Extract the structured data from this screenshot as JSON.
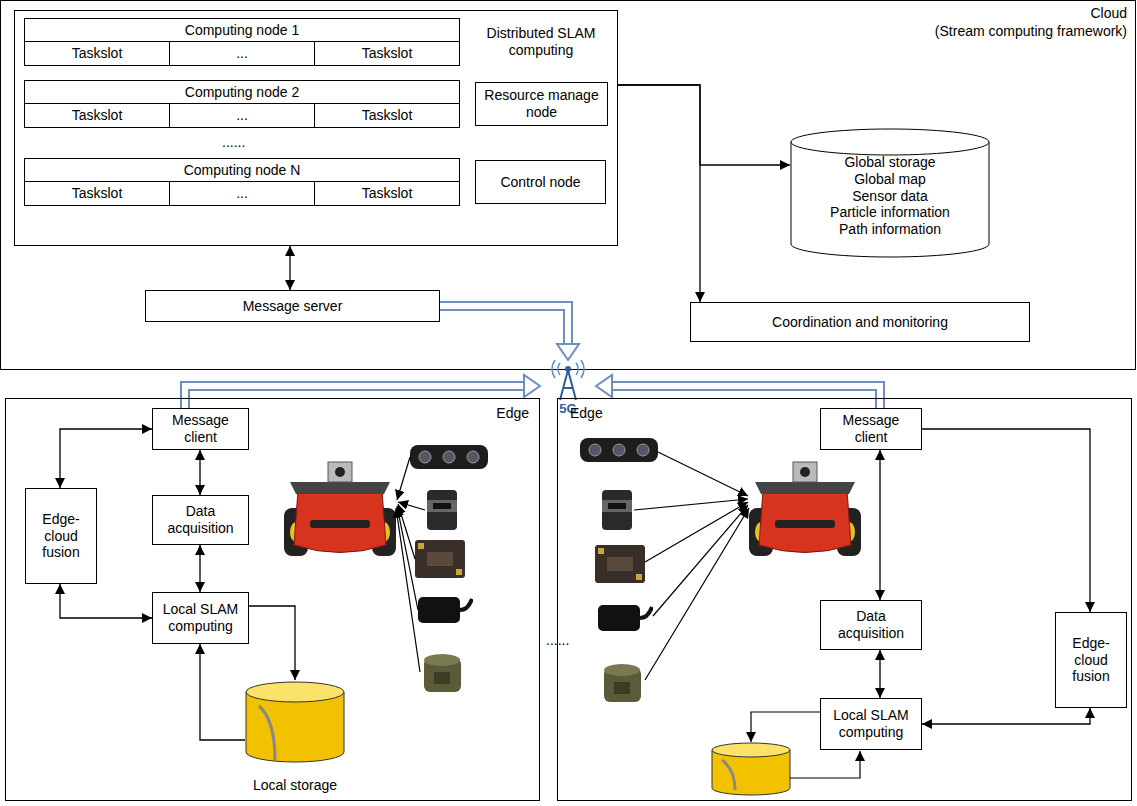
{
  "diagram": {
    "nodes": [
      {
        "text": [
          "Cloud",
          "(Stream computing framework)"
        ]
      },
      {
        "text": [
          "Distributed SLAM computing"
        ],
        "in": 0
      },
      {
        "text": [
          "Computing node 1"
        ],
        "in": 1
      },
      {
        "text": [
          "Taskslot"
        ],
        "in": 2
      },
      {
        "text": [
          "..."
        ],
        "in": 2
      },
      {
        "text": [
          "Taskslot"
        ],
        "in": 2
      },
      {
        "text": [
          "Computing node 2"
        ],
        "in": 1
      },
      {
        "text": [
          "Taskslot"
        ],
        "in": 6
      },
      {
        "text": [
          "..."
        ],
        "in": 6
      },
      {
        "text": [
          "Taskslot"
        ],
        "in": 6
      },
      {
        "text": [
          "Computing node N"
        ],
        "in": 1
      },
      {
        "text": [
          "Taskslot"
        ],
        "in": 10
      },
      {
        "text": [
          "..."
        ],
        "in": 10
      },
      {
        "text": [
          "Taskslot"
        ],
        "in": 10
      },
      {
        "text": [
          "Resource manage node"
        ],
        "in": 1
      },
      {
        "text": [
          "Control node"
        ],
        "in": 1
      },
      {
        "text": [
          "Message server"
        ],
        "in": 0
      },
      {
        "text": [
          "Coordination and monitoring"
        ],
        "in": 0
      },
      {
        "text": [
          "Global storage",
          "Global map",
          "Sensor data",
          "Particle information",
          "Path information"
        ],
        "in": 0
      },
      {
        "text": [
          "5G"
        ]
      },
      {
        "text": [
          "Edge"
        ]
      },
      {
        "text": [
          "Message client"
        ],
        "in": 20
      },
      {
        "text": [
          "Data acquisition"
        ],
        "in": 20
      },
      {
        "text": [
          "Local SLAM computing"
        ],
        "in": 20
      },
      {
        "text": [
          "Edge-cloud fusion"
        ],
        "in": 20
      },
      {
        "text": [
          "Local storage"
        ],
        "in": 20
      },
      {
        "text": [
          "Edge"
        ]
      },
      {
        "text": [
          "Message client"
        ],
        "in": 26
      },
      {
        "text": [
          "Data acquisition"
        ],
        "in": 26
      },
      {
        "text": [
          "Local SLAM computing"
        ],
        "in": 26
      },
      {
        "text": [
          "Edge-cloud fusion"
        ],
        "in": 26
      }
    ],
    "edges": [
      {
        "from": 1,
        "to": 16,
        "arrow": "both"
      },
      {
        "from": 1,
        "to": 18,
        "arrow": "to"
      },
      {
        "from": 1,
        "to": 17,
        "arrow": "to"
      },
      {
        "from": 16,
        "to": 19,
        "arrow": "to"
      },
      {
        "from": 21,
        "to": 19,
        "arrow": "to"
      },
      {
        "from": 27,
        "to": 19,
        "arrow": "to"
      },
      {
        "from": 21,
        "to": 24,
        "arrow": "both"
      },
      {
        "from": 21,
        "to": 22,
        "arrow": "both"
      },
      {
        "from": 22,
        "to": 23,
        "arrow": "both"
      },
      {
        "from": 24,
        "to": 23,
        "arrow": "both"
      },
      {
        "from": 23,
        "to": 25,
        "arrow": "to"
      },
      {
        "from": 25,
        "to": 23,
        "arrow": "to"
      },
      {
        "from": 27,
        "to": 28,
        "arrow": "both"
      },
      {
        "from": 28,
        "to": 29,
        "arrow": "both"
      },
      {
        "from": 27,
        "to": 30,
        "arrow": "to"
      },
      {
        "from": 30,
        "to": 29,
        "arrow": "both"
      }
    ],
    "labels": [
      "......",
      "......"
    ]
  }
}
